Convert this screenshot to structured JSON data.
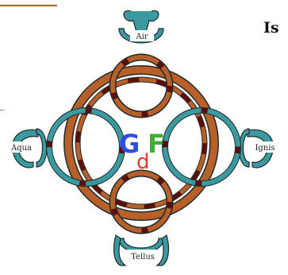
{
  "page": {
    "heading": "Is",
    "accent_line_color": "#e8412b"
  },
  "diagram": {
    "elements": {
      "top": "Air",
      "left": "Aqua",
      "right": "Ignis",
      "bottom": "Tellus"
    },
    "logo": {
      "letters": [
        {
          "char": "G",
          "color": "#2f4de0"
        },
        {
          "char": "d",
          "color": "#e23b2b"
        },
        {
          "char": "F",
          "color": "#3fae35"
        }
      ]
    },
    "colors": {
      "teal_ring": "#3a9aa0",
      "brown_ring": "#b8602a",
      "dark_band": "#5a0f0a",
      "ring_outline": "#1e2a2a"
    }
  }
}
